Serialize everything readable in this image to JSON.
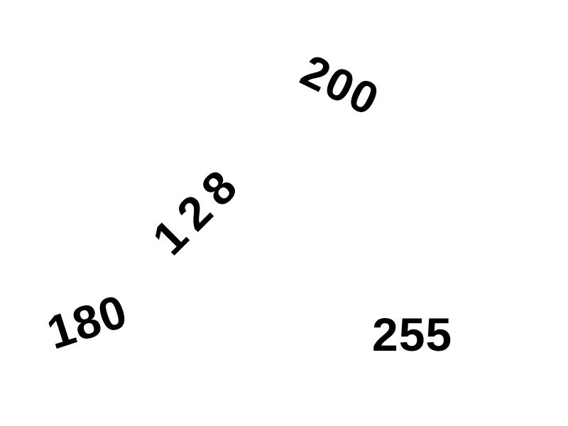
{
  "background_color": "#ffffff",
  "text_color": "#000000",
  "numbers": [
    {
      "id": "n200",
      "value": "200"
    },
    {
      "id": "n128",
      "value": "128"
    },
    {
      "id": "n180",
      "value": "180"
    },
    {
      "id": "n255",
      "value": "255"
    }
  ]
}
